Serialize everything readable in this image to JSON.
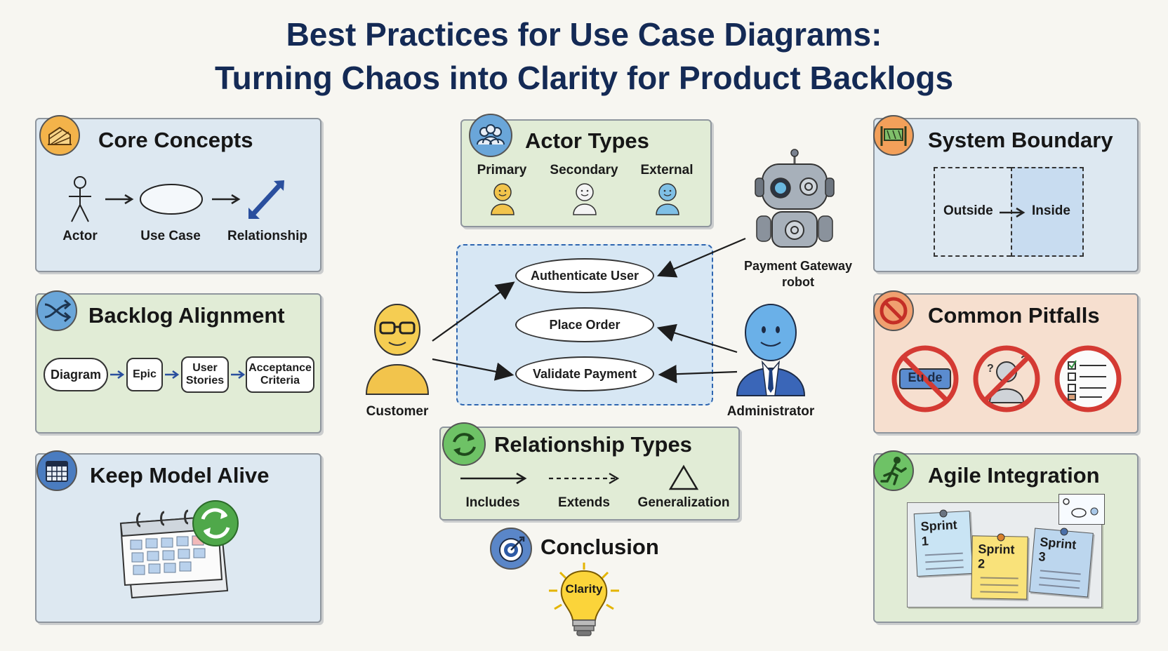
{
  "title": {
    "line1": "Best Practices for Use Case Diagrams:",
    "line2": "Turning Chaos into Clarity for Product Backlogs"
  },
  "core_concepts": {
    "title": "Core Concepts",
    "icon": "building-icon",
    "labels": [
      "Actor",
      "Use Case",
      "Relationship"
    ]
  },
  "backlog_alignment": {
    "title": "Backlog Alignment",
    "icon": "shuffle-icon",
    "steps": [
      "Diagram",
      "Epic",
      "User Stories",
      "Acceptance Criteria"
    ]
  },
  "keep_model_alive": {
    "title": "Keep Model Alive",
    "icon": "calendar-icon"
  },
  "actor_types": {
    "title": "Actor Types",
    "icon": "group-icon",
    "types": [
      "Primary",
      "Secondary",
      "External"
    ]
  },
  "center_diagram": {
    "use_cases": [
      "Authenticate User",
      "Place Order",
      "Validate Payment"
    ],
    "actors": {
      "customer": "Customer",
      "administrator": "Administrator",
      "gateway": "Payment Gateway robot"
    }
  },
  "relationship_types": {
    "title": "Relationship Types",
    "icon": "cycle-icon",
    "types": [
      "Includes",
      "Extends",
      "Generalization"
    ]
  },
  "conclusion": {
    "title": "Conclusion",
    "icon": "target-icon",
    "bulb_label": "Clarity"
  },
  "system_boundary": {
    "title": "System Boundary",
    "icon": "boundary-icon",
    "outside": "Outside",
    "inside": "Inside"
  },
  "common_pitfalls": {
    "title": "Common Pitfalls",
    "icon": "prohibited-icon",
    "tag_text": "Eu de"
  },
  "agile_integration": {
    "title": "Agile Integration",
    "icon": "runner-icon",
    "sprints": [
      "Sprint 1",
      "Sprint 2",
      "Sprint 3"
    ]
  },
  "colors": {
    "title": "#142a55",
    "card_blue": "#dde8f1",
    "card_green": "#e1ecd6",
    "card_peach": "#f6dfcf",
    "prohibit_red": "#d43a33",
    "boundary_blue": "#2f66b0"
  }
}
